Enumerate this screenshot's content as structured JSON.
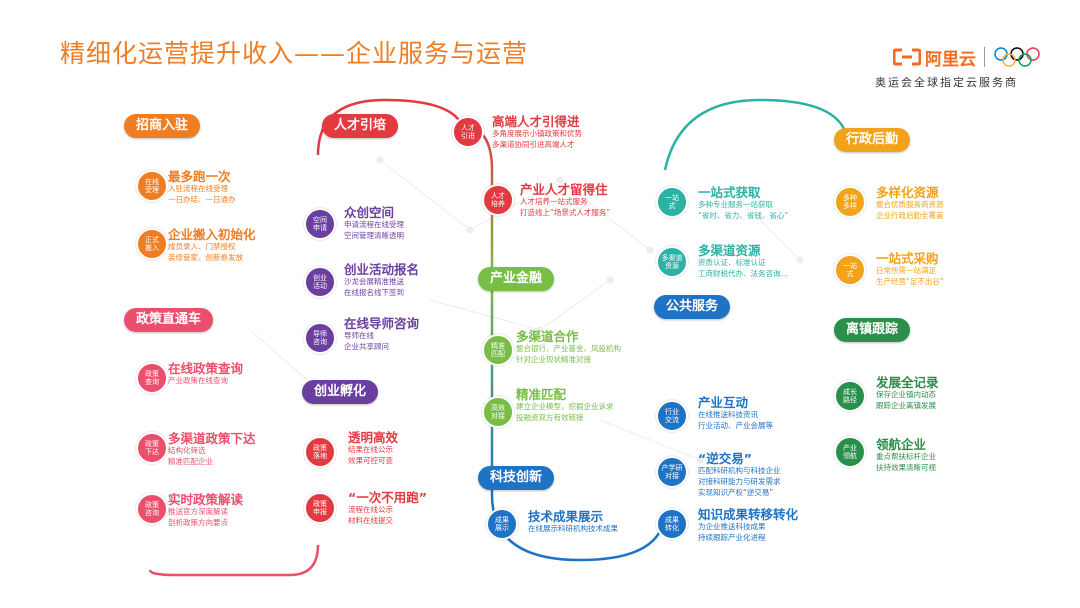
{
  "title": "精细化运营提升收入——企业服务与运营",
  "logo": {
    "brand": "阿里云",
    "subtitle": "奥运会全球指定云服务商"
  },
  "colors": {
    "orange": "#ef7d22",
    "red": "#e23a40",
    "pink": "#ec4f6e",
    "purple": "#6b3fa0",
    "green": "#78bd45",
    "blue": "#1f73c4",
    "teal": "#2cb2a4",
    "yellow": "#f2a31b",
    "darkgreen": "#2a8f4a"
  },
  "categories": [
    {
      "id": "zsrz",
      "label": "招商入驻",
      "color": "#ef7d22"
    },
    {
      "id": "zczt",
      "label": "政策直通车",
      "color": "#ec4f6e"
    },
    {
      "id": "rcyp",
      "label": "人才引培",
      "color": "#e23a40"
    },
    {
      "id": "cyfh",
      "label": "创业孵化",
      "color": "#6b3fa0"
    },
    {
      "id": "cyjr",
      "label": "产业金融",
      "color": "#78bd45"
    },
    {
      "id": "kjcx",
      "label": "科技创新",
      "color": "#1f73c4"
    },
    {
      "id": "ggfw",
      "label": "公共服务",
      "color": "#1f73c4"
    },
    {
      "id": "xzhq",
      "label": "行政后勤",
      "color": "#f2a31b"
    },
    {
      "id": "lzgz",
      "label": "离镇跟踪",
      "color": "#2a8f4a"
    }
  ],
  "items": [
    {
      "node": "在线受理",
      "title": "最多跑一次",
      "desc": [
        "入驻流程在线受理",
        "一日办结、一日通办"
      ],
      "color": "#ef7d22"
    },
    {
      "node": "正式搬入",
      "title": "企业搬入初始化",
      "desc": [
        "成员录入、门禁授权",
        "装修管家、创新券发放"
      ],
      "color": "#ef7d22"
    },
    {
      "node": "政策查询",
      "title": "在线政策查询",
      "desc": [
        "产业政策在线查询"
      ],
      "color": "#ec4f6e"
    },
    {
      "node": "政策下达",
      "title": "多渠道政策下达",
      "desc": [
        "结构化筛选",
        "精准匹配企业"
      ],
      "color": "#ec4f6e"
    },
    {
      "node": "政策咨询",
      "title": "实时政策解读",
      "desc": [
        "推送官方深度解读",
        "剖析政策方向要点"
      ],
      "color": "#ec4f6e"
    },
    {
      "node": "人才引进",
      "title": "高端人才引得进",
      "desc": [
        "多角度展示小镇政策和优势",
        "多渠道协同引进高端人才"
      ],
      "color": "#e23a40"
    },
    {
      "node": "人才培养",
      "title": "产业人才留得住",
      "desc": [
        "人才培养一站式服务",
        "打造线上“场景式人才服务”"
      ],
      "color": "#e23a40"
    },
    {
      "node": "空间申请",
      "title": "众创空间",
      "desc": [
        "申请流程在线受理",
        "空间管理清晰透明"
      ],
      "color": "#6b3fa0"
    },
    {
      "node": "创业活动",
      "title": "创业活动报名",
      "desc": [
        "沙龙会展精准推送",
        "在线报名线下签到"
      ],
      "color": "#6b3fa0"
    },
    {
      "node": "导师咨询",
      "title": "在线导师咨询",
      "desc": [
        "导师在线",
        "企业共享顾问"
      ],
      "color": "#6b3fa0"
    },
    {
      "node": "政策落地",
      "title": "透明高效",
      "desc": [
        "结果在线公示",
        "效果可控可查"
      ],
      "color": "#e23a40"
    },
    {
      "node": "政策申报",
      "title": "“一次不用跑”",
      "desc": [
        "流程在线公示",
        "材料在线提交"
      ],
      "color": "#e23a40"
    },
    {
      "node": "精准匹配",
      "title": "多渠道合作",
      "desc": [
        "整合银行、产业基金、风投机构",
        "针对企业现状精准对接"
      ],
      "color": "#78bd45"
    },
    {
      "node": "高效对接",
      "title": "精准匹配",
      "desc": [
        "建立企业模型，挖掘企业诉求",
        "投融资双方有效链接"
      ],
      "color": "#78bd45"
    },
    {
      "node": "成果展示",
      "title": "技术成果展示",
      "desc": [
        "在线展示科研机构技术成果"
      ],
      "color": "#1f73c4"
    },
    {
      "node": "一站式",
      "title": "一站式获取",
      "desc": [
        "多种专业服务一站获取",
        "“省时、省力、省钱、省心”"
      ],
      "color": "#2cb2a4"
    },
    {
      "node": "多渠道资源",
      "title": "多渠道资源",
      "desc": [
        "资质认证、标准认证",
        "工商财税代办、法务咨询..."
      ],
      "color": "#2cb2a4"
    },
    {
      "node": "行业交流",
      "title": "产业互动",
      "desc": [
        "在线推送科技资讯",
        "行业活动、产业会展等"
      ],
      "color": "#1f73c4"
    },
    {
      "node": "产学研对接",
      "title": "“逆交易”",
      "desc": [
        "匹配科研机构与科技企业",
        "对接科研能力与研发需求",
        "实现知识产权“逆交易”"
      ],
      "color": "#1f73c4"
    },
    {
      "node": "成果转化",
      "title": "知识成果转移转化",
      "desc": [
        "为企业推送科技成果",
        "持续跟踪产业化进程"
      ],
      "color": "#1f73c4"
    },
    {
      "node": "多种多样",
      "title": "多样化资源",
      "desc": [
        "整合优质服务商资源",
        "企业行政后勤全覆盖"
      ],
      "color": "#f2a31b"
    },
    {
      "node": "一站式",
      "title": "一站式采购",
      "desc": [
        "日常所需一站满足",
        "生产经营“足不出谷”"
      ],
      "color": "#f2a31b"
    },
    {
      "node": "成长路径",
      "title": "发展全记录",
      "desc": [
        "保存企业镇内动态",
        "跟踪企业离镇发展"
      ],
      "color": "#2a8f4a"
    },
    {
      "node": "产业领航",
      "title": "领航企业",
      "desc": [
        "重点帮扶标杆企业",
        "扶持效果清晰可视"
      ],
      "color": "#2a8f4a"
    }
  ]
}
